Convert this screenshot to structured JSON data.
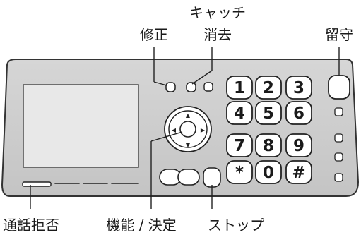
{
  "labels": {
    "correction": "修正",
    "catch_clear_line1": "キャッチ",
    "catch_clear_line2": "消去",
    "answer": "留守",
    "call_block": "通話拒否",
    "function_set": "機能 / 決定",
    "stop": "ストップ"
  },
  "keypad": [
    "1",
    "2",
    "3",
    "4",
    "5",
    "6",
    "7",
    "8",
    "9",
    "*",
    "0",
    "#"
  ],
  "nav": {
    "up": "▲",
    "down": "▼",
    "left": "◀",
    "right": "▶"
  }
}
